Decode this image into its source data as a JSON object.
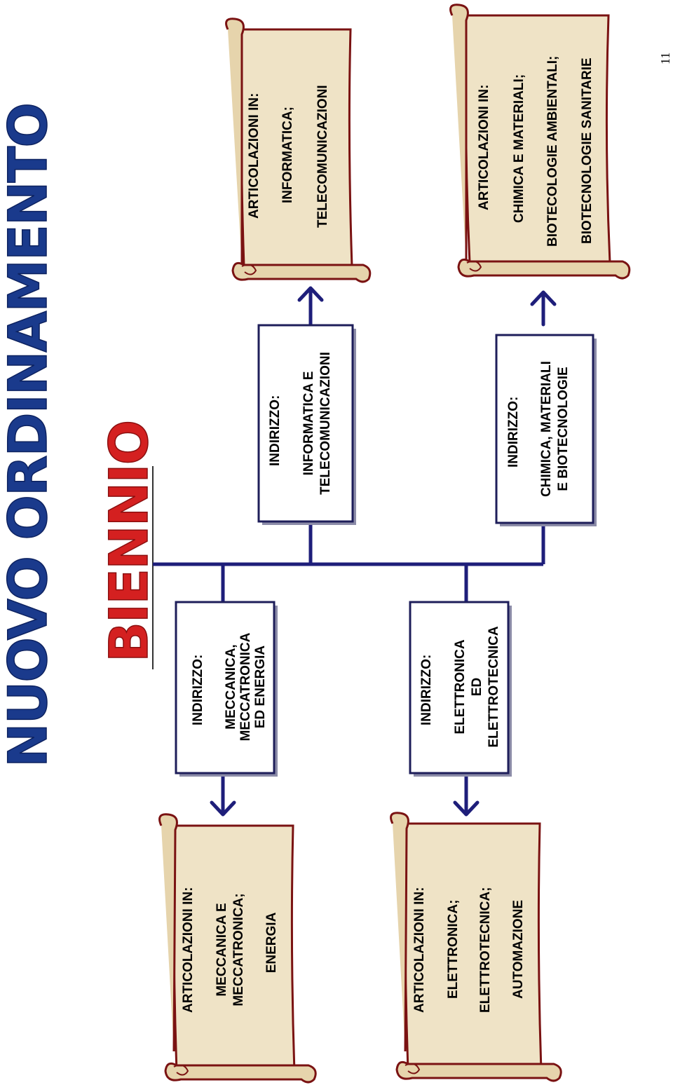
{
  "title": "NUOVO ORDINAMENTO",
  "subtitle": "BIENNIO",
  "page_number": "11",
  "indirizzi": [
    {
      "label": "INDIRIZZO:",
      "name_lines": [
        "MECCANICA,",
        "MECCATRONICA",
        "ED ENERGIA"
      ]
    },
    {
      "label": "INDIRIZZO:",
      "name_lines": [
        "ELETTRONICA",
        "ED",
        "ELETTROTECNICA"
      ]
    },
    {
      "label": "INDIRIZZO:",
      "name_lines": [
        "INFORMATICA E",
        "TELECOMUNICAZIONI"
      ]
    },
    {
      "label": "INDIRIZZO:",
      "name_lines": [
        "CHIMICA, MATERIALI",
        "E BIOTECNOLOGIE"
      ]
    }
  ],
  "articolazioni": [
    {
      "label": "ARTICOLAZIONI IN:",
      "items": [
        "MECCANICA E",
        "MECCATRONICA;",
        "ENERGIA"
      ]
    },
    {
      "label": "ARTICOLAZIONI IN:",
      "items": [
        "ELETTRONICA;",
        "ELETTROTECNICA;",
        "AUTOMAZIONE"
      ]
    },
    {
      "label": "ARTICOLAZIONI IN:",
      "items": [
        "INFORMATICA;",
        "TELECOMUNICAZIONI"
      ]
    },
    {
      "label": "ARTICOLAZIONI IN:",
      "items": [
        "CHIMICA E MATERIALI;",
        "BIOTECOLOGIE AMBIENTALI;",
        "BIOTECNOLOGIE SANITARIE"
      ]
    }
  ],
  "colors": {
    "title": "#1a3a8c",
    "subtitle": "#d42020",
    "connector": "#1e1e7a",
    "scroll": "#efe3c6",
    "scroll_border": "#7a1212"
  }
}
